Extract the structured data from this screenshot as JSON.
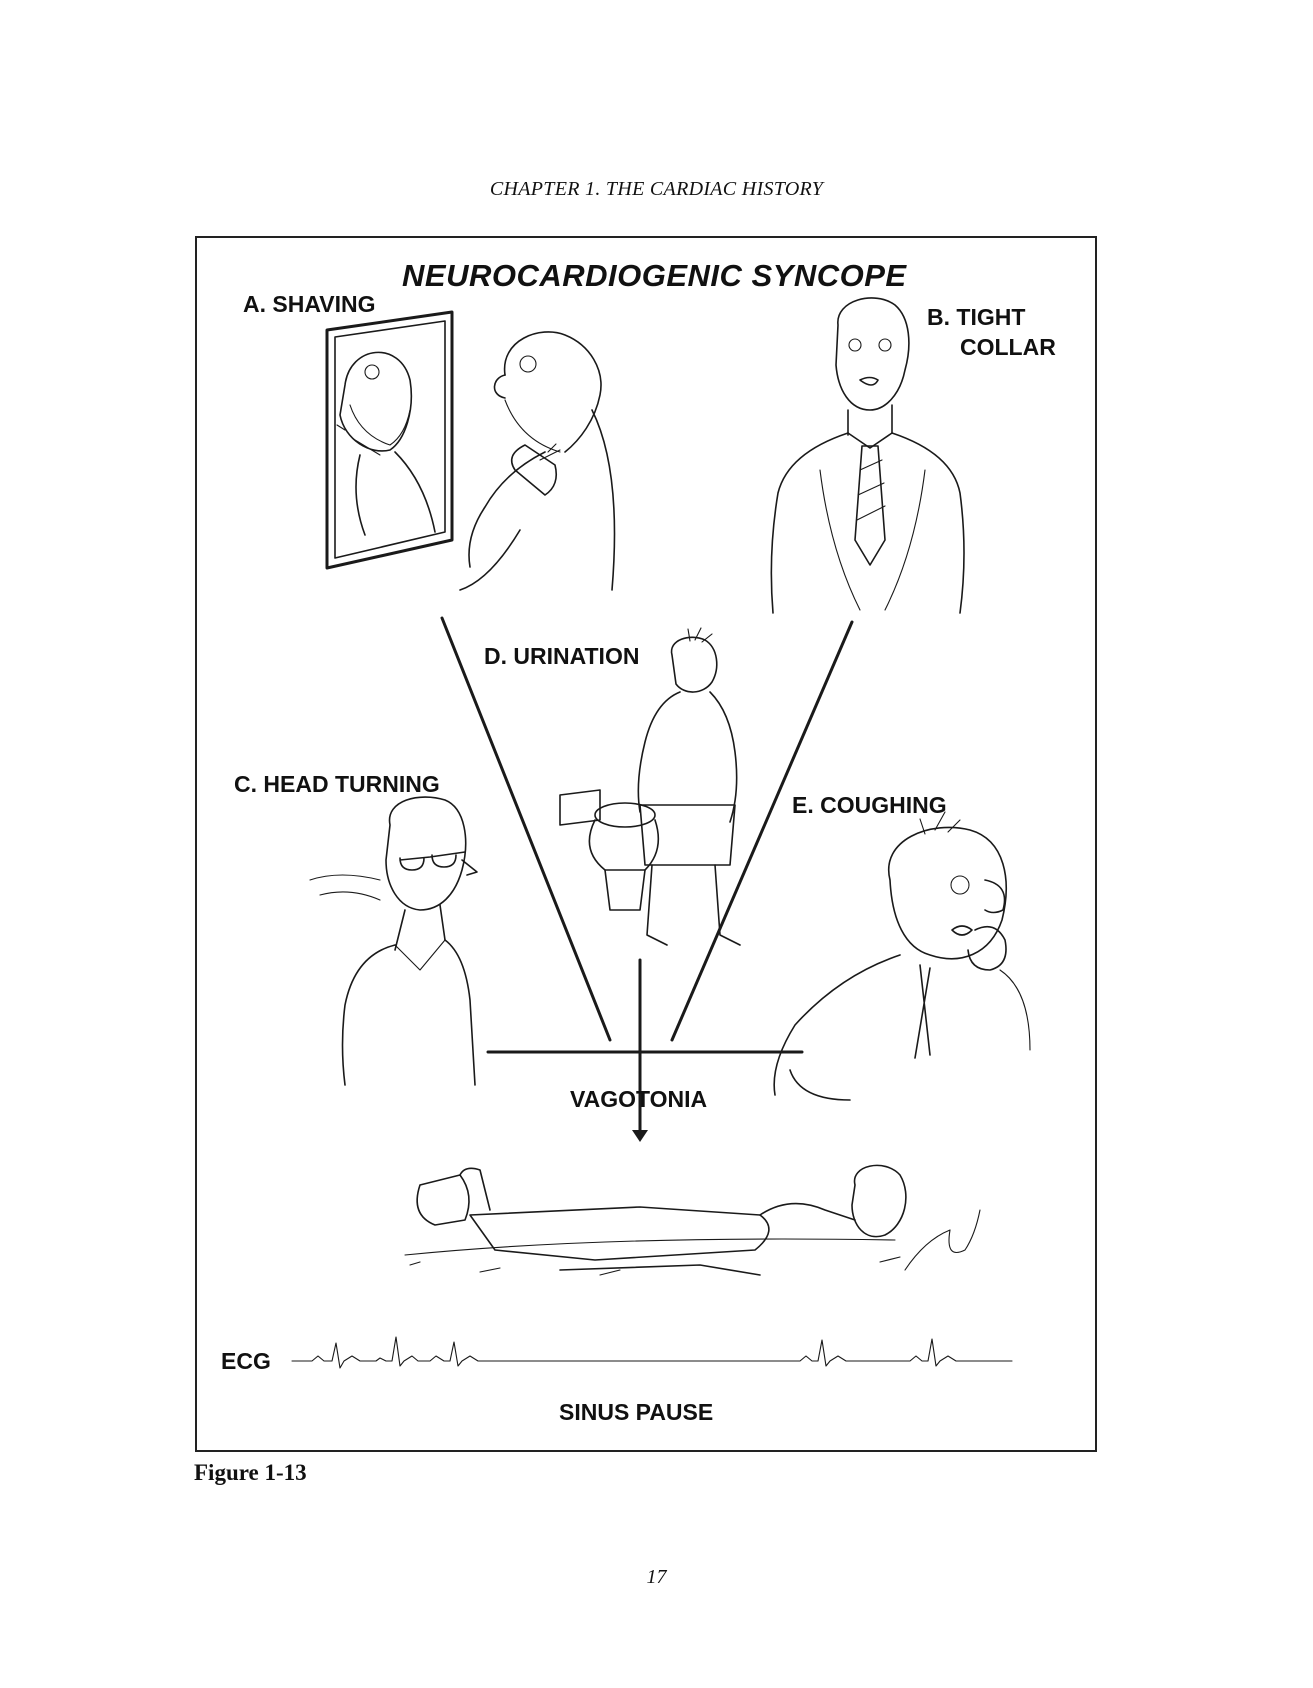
{
  "running_head": "CHAPTER 1.  THE CARDIAC HISTORY",
  "diagram": {
    "title": "NEUROCARDIOGENIC SYNCOPE",
    "labels": {
      "shaving": "A. SHAVING",
      "tight_collar_line1": "B. TIGHT",
      "tight_collar_line2": "COLLAR",
      "head_turning": "C. HEAD TURNING",
      "urination": "D. URINATION",
      "coughing": "E. COUGHING",
      "vagotonia": "VAGOTONIA",
      "ecg": "ECG",
      "sinus_pause": "SINUS PAUSE"
    }
  },
  "figure_caption": "Figure 1-13",
  "page_number": "17"
}
